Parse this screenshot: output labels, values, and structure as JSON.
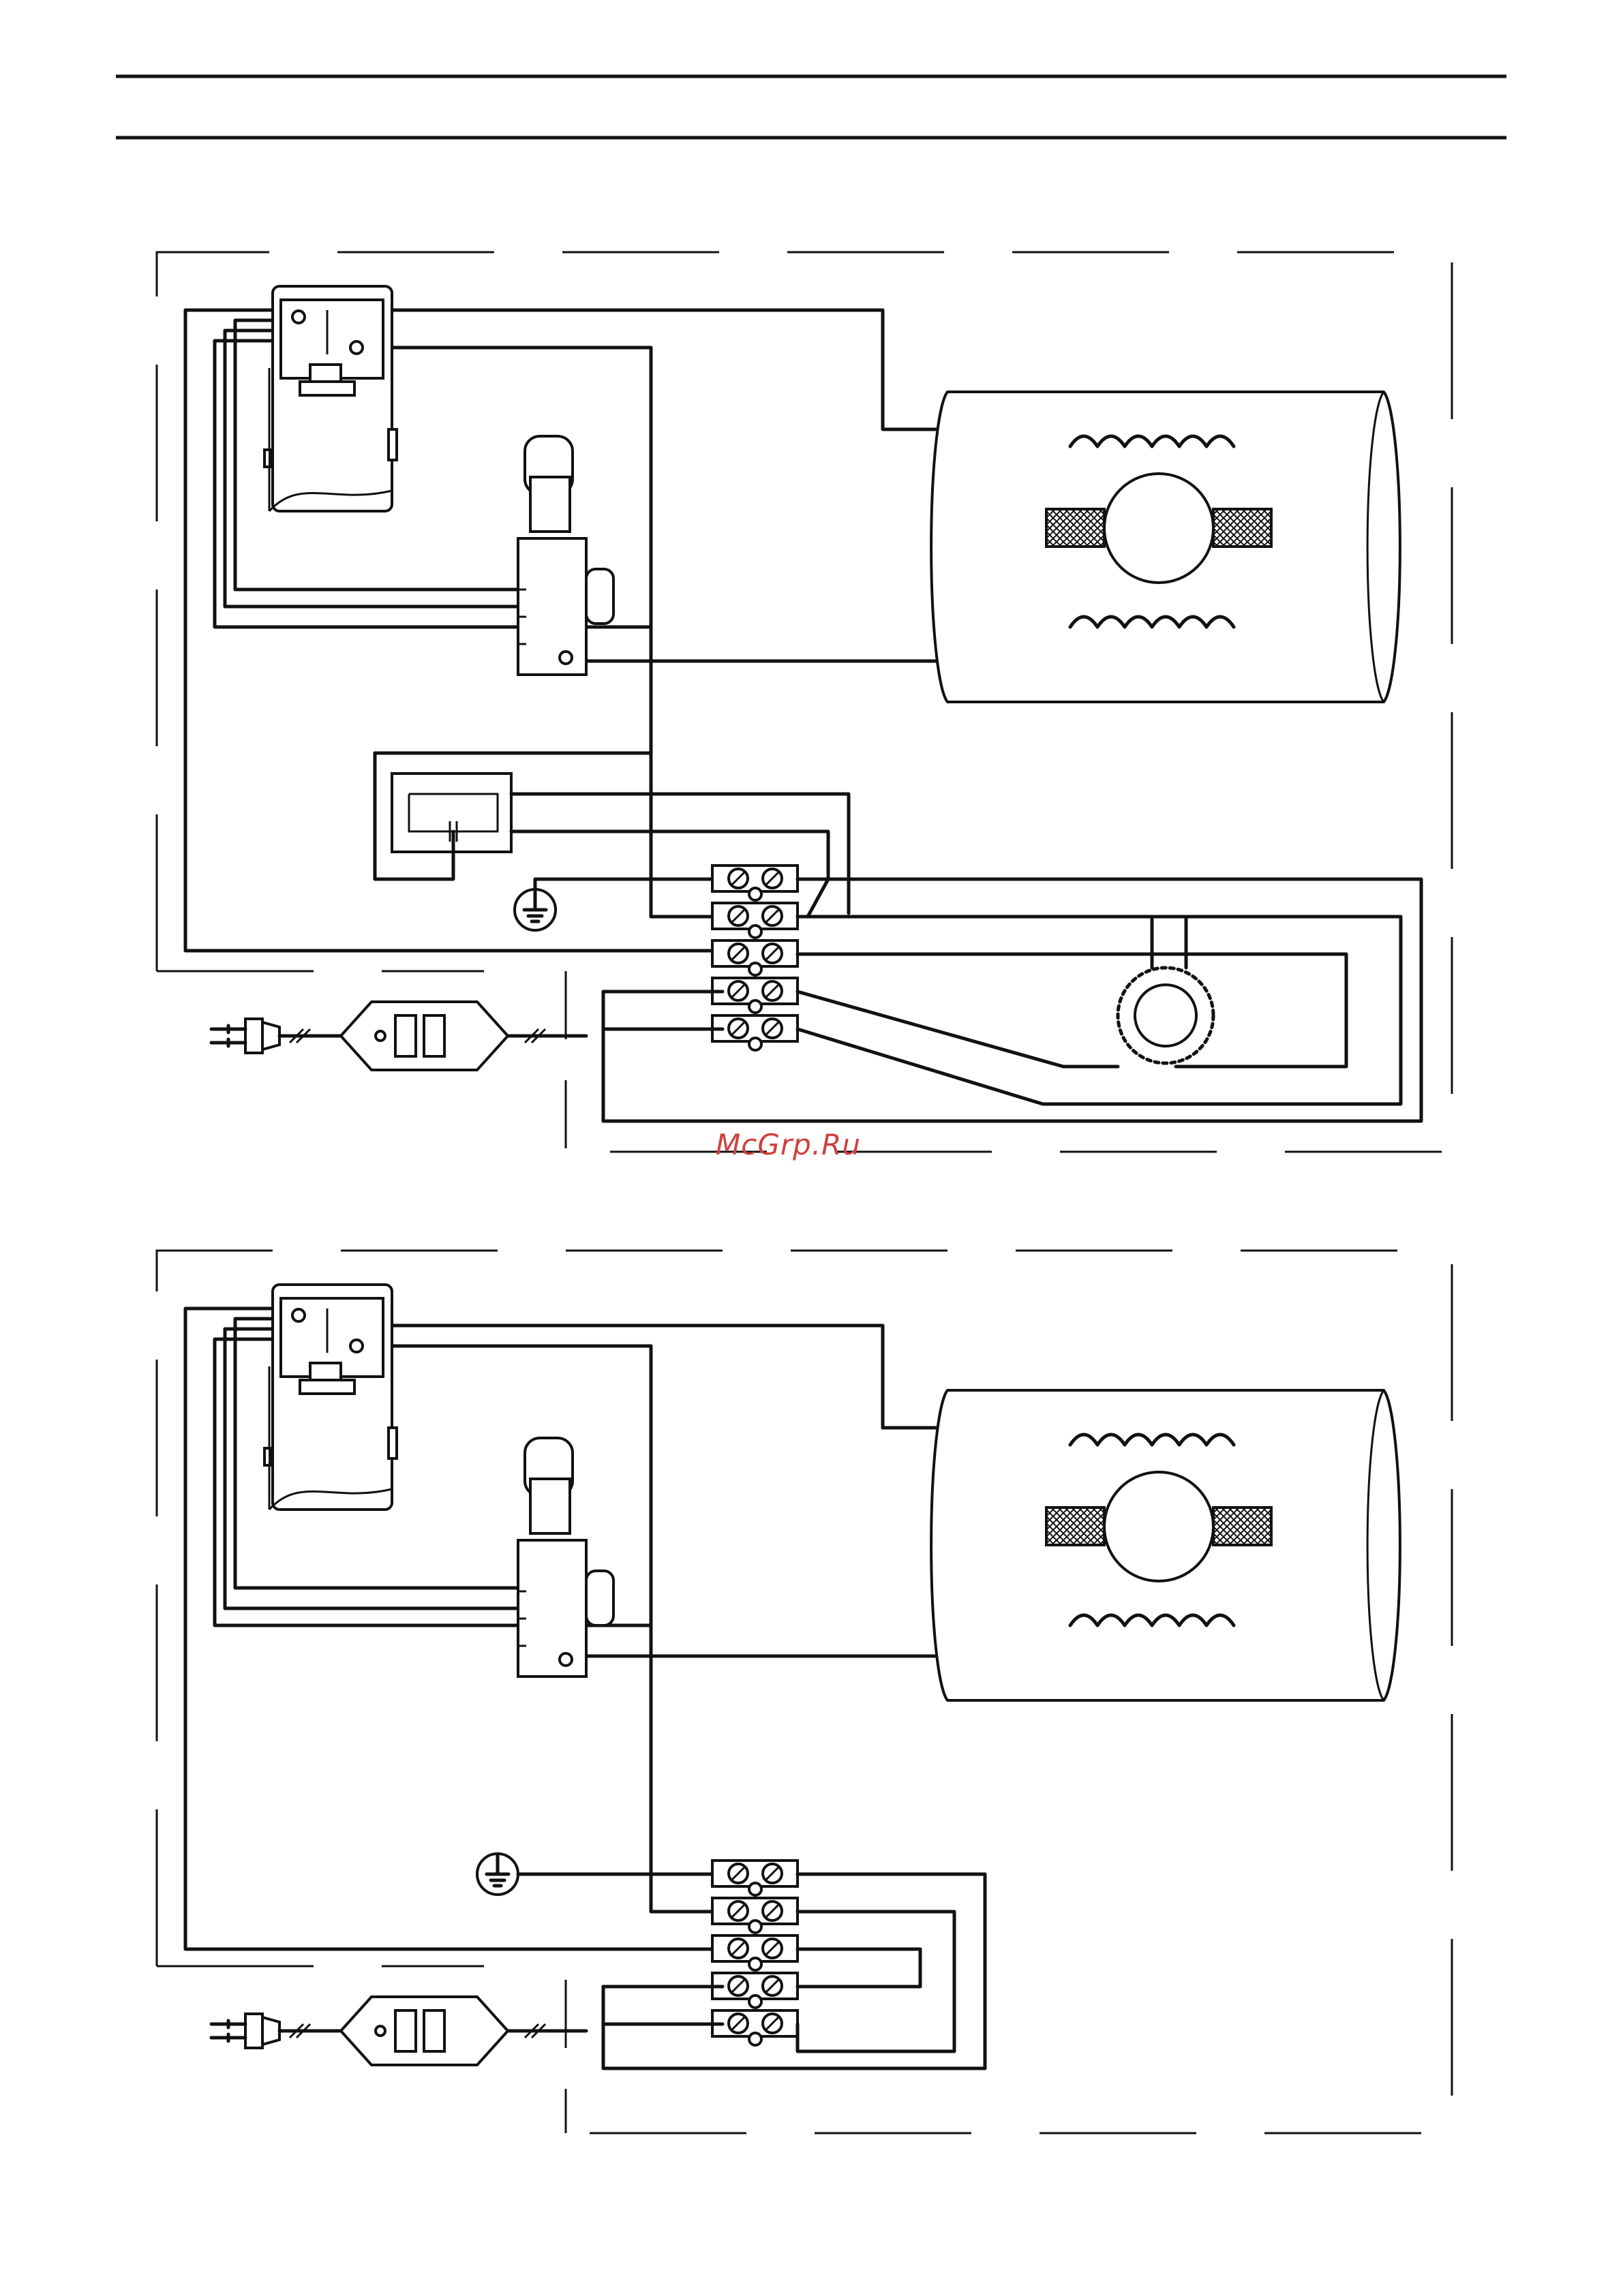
{
  "watermark": "McGrp.Ru",
  "diagrams": [
    {
      "id": "diagram-upper",
      "terminal_count": 5,
      "has_capacitor": true,
      "has_toroid": true,
      "has_earth": true
    },
    {
      "id": "diagram-lower",
      "terminal_count": 5,
      "has_capacitor": false,
      "has_toroid": false,
      "has_earth": true
    }
  ]
}
